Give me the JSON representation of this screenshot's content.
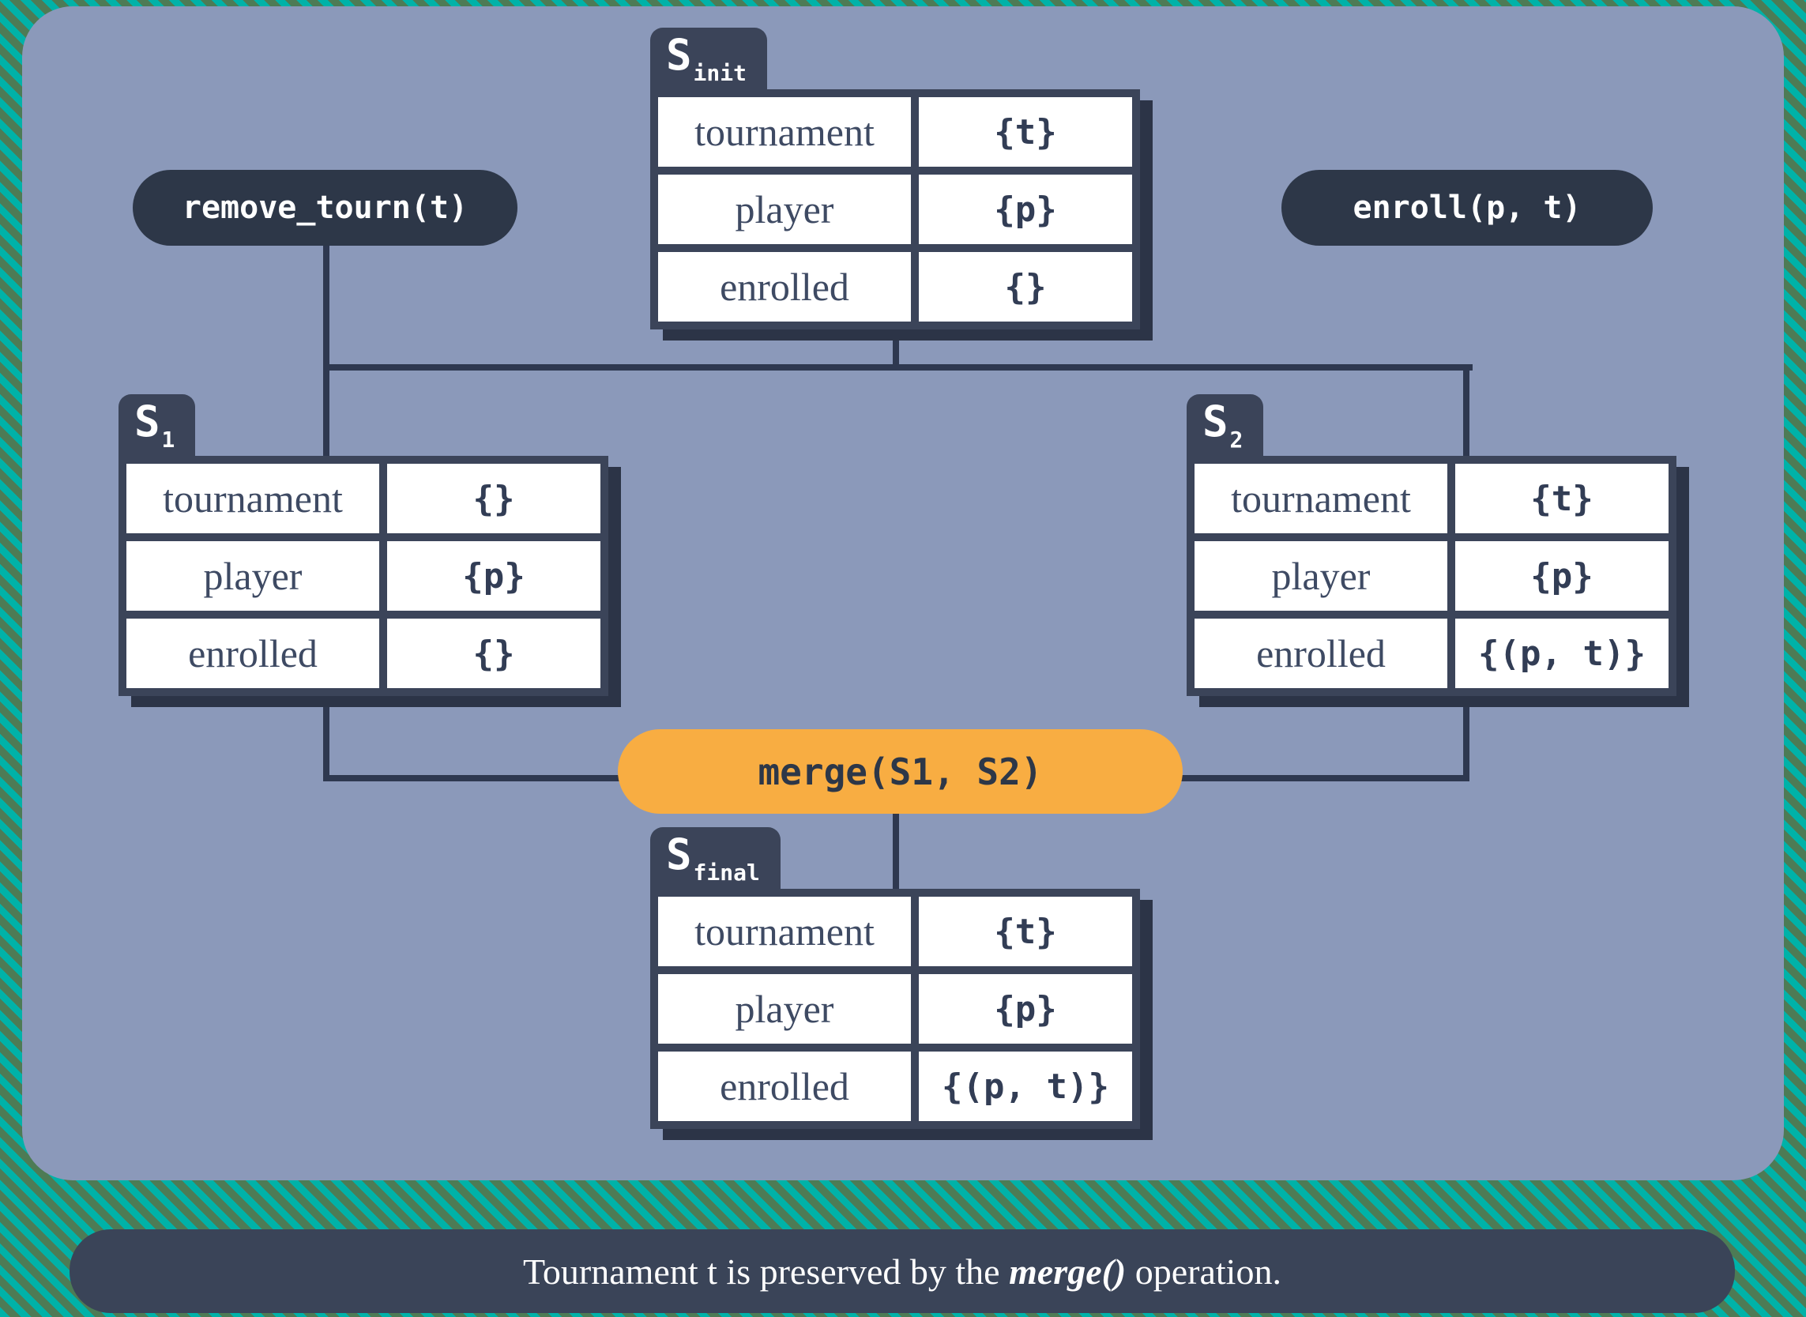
{
  "colors": {
    "background_green": "#4d7b55",
    "stripe_teal": "#00b2a8",
    "panel_blue_gray": "#8b99ba",
    "dark_navy": "#2e3850",
    "table_border_navy": "#3b4459",
    "cell_white": "#ffffff",
    "accent_orange": "#f8ad42",
    "label_text": "#3e4a63",
    "caption_bg": "#3a4458"
  },
  "operations": {
    "remove": {
      "label": "remove_tourn(t)"
    },
    "enroll": {
      "label": "enroll(p, t)"
    },
    "merge": {
      "label": "merge(S1, S2)"
    }
  },
  "tables": {
    "s_init": {
      "name": "S",
      "subscript": "init",
      "rows": [
        {
          "label": "tournament",
          "value": "{t}"
        },
        {
          "label": "player",
          "value": "{p}"
        },
        {
          "label": "enrolled",
          "value": "{}"
        }
      ]
    },
    "s1": {
      "name": "S",
      "subscript": "1",
      "rows": [
        {
          "label": "tournament",
          "value": "{}"
        },
        {
          "label": "player",
          "value": "{p}"
        },
        {
          "label": "enrolled",
          "value": "{}"
        }
      ]
    },
    "s2": {
      "name": "S",
      "subscript": "2",
      "rows": [
        {
          "label": "tournament",
          "value": "{t}"
        },
        {
          "label": "player",
          "value": "{p}"
        },
        {
          "label": "enrolled",
          "value": "{(p, t)}"
        }
      ]
    },
    "s_final": {
      "name": "S",
      "subscript": "final",
      "rows": [
        {
          "label": "tournament",
          "value": "{t}"
        },
        {
          "label": "player",
          "value": "{p}"
        },
        {
          "label": "enrolled",
          "value": "{(p, t)}"
        }
      ]
    }
  },
  "caption": {
    "text_before": "Tournament t is preserved by the ",
    "highlight": "merge()",
    "text_after": " operation."
  }
}
